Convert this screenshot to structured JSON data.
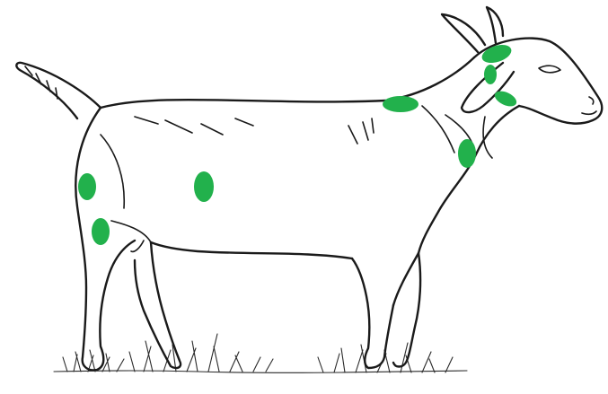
{
  "figure": {
    "subject": "goat",
    "marker_color": "#22b14c",
    "outline_color": "#1a1a1a",
    "background_color": "#ffffff"
  },
  "markers": [
    {
      "id": "marker-behind-ear"
    },
    {
      "id": "marker-below-ear"
    },
    {
      "id": "marker-jaw"
    },
    {
      "id": "marker-shoulder-top"
    },
    {
      "id": "marker-neck-lower"
    },
    {
      "id": "marker-flank"
    },
    {
      "id": "marker-thigh-upper"
    },
    {
      "id": "marker-thigh-lower"
    }
  ]
}
